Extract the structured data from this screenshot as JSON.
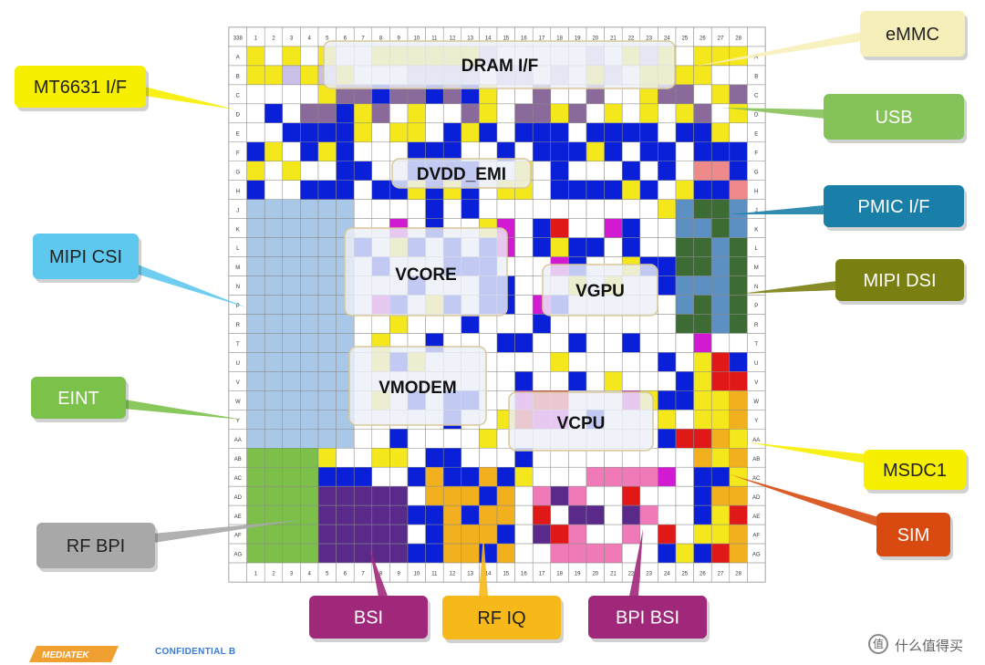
{
  "callouts": [
    {
      "id": "emmc",
      "label": "eMMC",
      "color": "#f7efb9",
      "text": "#222222"
    },
    {
      "id": "mt6631",
      "label": "MT6631 I/F",
      "color": "#f6ef00",
      "text": "#222222"
    },
    {
      "id": "usb",
      "label": "USB",
      "color": "#86c25a",
      "text": "#ffffff"
    },
    {
      "id": "pmic",
      "label": "PMIC I/F",
      "color": "#1a7fa8",
      "text": "#ffffff"
    },
    {
      "id": "mipicsi",
      "label": "MIPI CSI",
      "color": "#5ec8ee",
      "text": "#222222"
    },
    {
      "id": "mipidsi",
      "label": "MIPI DSI",
      "color": "#7a7f12",
      "text": "#ffffff"
    },
    {
      "id": "eint",
      "label": "EINT",
      "color": "#7cc24a",
      "text": "#ffffff"
    },
    {
      "id": "msdc1",
      "label": "MSDC1",
      "color": "#f6ef00",
      "text": "#222222"
    },
    {
      "id": "rfbpi",
      "label": "RF BPI",
      "color": "#a8a8a8",
      "text": "#222222"
    },
    {
      "id": "sim",
      "label": "SIM",
      "color": "#d84a10",
      "text": "#ffffff"
    },
    {
      "id": "bsi",
      "label": "BSI",
      "color": "#a0287a",
      "text": "#ffffff"
    },
    {
      "id": "rfiq",
      "label": "RF IQ",
      "color": "#f7b81a",
      "text": "#222222"
    },
    {
      "id": "bpibsi",
      "label": "BPI BSI",
      "color": "#a0287a",
      "text": "#ffffff"
    }
  ],
  "regions": [
    {
      "id": "dram",
      "label": "DRAM I/F"
    },
    {
      "id": "dvdd",
      "label": "DVDD_EMI"
    },
    {
      "id": "vcore",
      "label": "VCORE"
    },
    {
      "id": "vgpu",
      "label": "VGPU"
    },
    {
      "id": "vmodem",
      "label": "VMODEM"
    },
    {
      "id": "vcpu",
      "label": "VCPU"
    }
  ],
  "grid": {
    "rows": [
      "A",
      "B",
      "C",
      "D",
      "E",
      "F",
      "G",
      "H",
      "J",
      "K",
      "L",
      "M",
      "N",
      "P",
      "R",
      "T",
      "U",
      "V",
      "W",
      "Y",
      "AA",
      "AB",
      "AC",
      "AD",
      "AE",
      "AF",
      "AG"
    ],
    "cols": [
      "1",
      "2",
      "3",
      "4",
      "5",
      "6",
      "7",
      "8",
      "9",
      "10",
      "11",
      "12",
      "13",
      "14",
      "15",
      "16",
      "17",
      "18",
      "19",
      "20",
      "21",
      "22",
      "23",
      "24",
      "25",
      "26",
      "27",
      "28"
    ],
    "corner": "338"
  },
  "colors": {
    "yellow": "#f4e81c",
    "blue": "#0a1fd8",
    "lightblue": "#a9c8e8",
    "steelblue": "#5c8fc2",
    "green": "#7cc04a",
    "purple": "#5a2a8a",
    "orange": "#f2b01e",
    "pink": "#f07ab8",
    "red": "#e01818",
    "darkgreen": "#3d6b34",
    "magenta": "#d21ad2",
    "salmon": "#f08a8a"
  },
  "footer": {
    "logo": "MEDIATEK",
    "confidential": "CONFIDENTIAL B",
    "brand": "什么值得买"
  }
}
